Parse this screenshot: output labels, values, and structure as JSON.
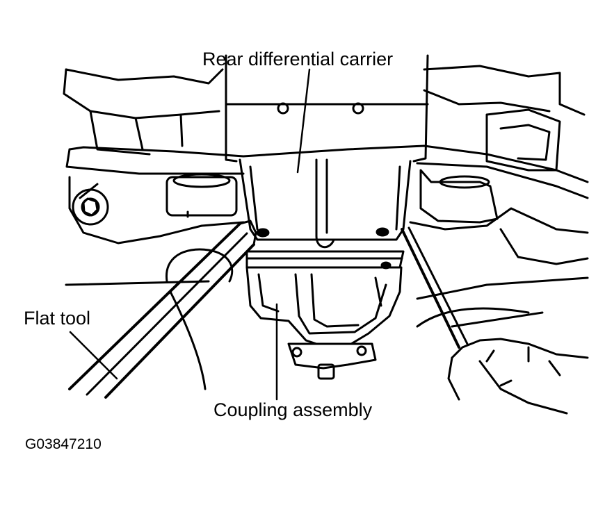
{
  "figure": {
    "labels": {
      "carrier": "Rear differential carrier",
      "flat_tool": "Flat tool",
      "coupling": "Coupling assembly"
    },
    "figure_id": "G03847210"
  },
  "colors": {
    "ink": "#000000",
    "paper": "#ffffff"
  }
}
